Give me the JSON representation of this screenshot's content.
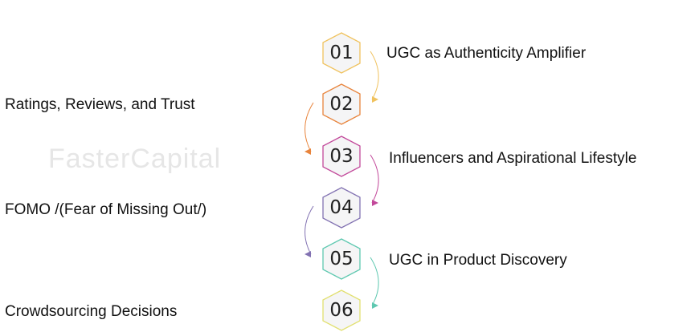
{
  "watermark": "FasterCapital",
  "steps": [
    {
      "number": "01",
      "label": "UGC as Authenticity Amplifier",
      "color": "#f0c25e"
    },
    {
      "number": "02",
      "label": "Ratings, Reviews, and Trust",
      "color": "#e8843c"
    },
    {
      "number": "03",
      "label": "Influencers and Aspirational Lifestyle",
      "color": "#c2489a"
    },
    {
      "number": "04",
      "label": "FOMO /(Fear of Missing Out/)",
      "color": "#8272b2"
    },
    {
      "number": "05",
      "label": "UGC in Product Discovery",
      "color": "#5ec8b0"
    },
    {
      "number": "06",
      "label": "Crowdsourcing Decisions",
      "color": "#e2e070"
    }
  ]
}
